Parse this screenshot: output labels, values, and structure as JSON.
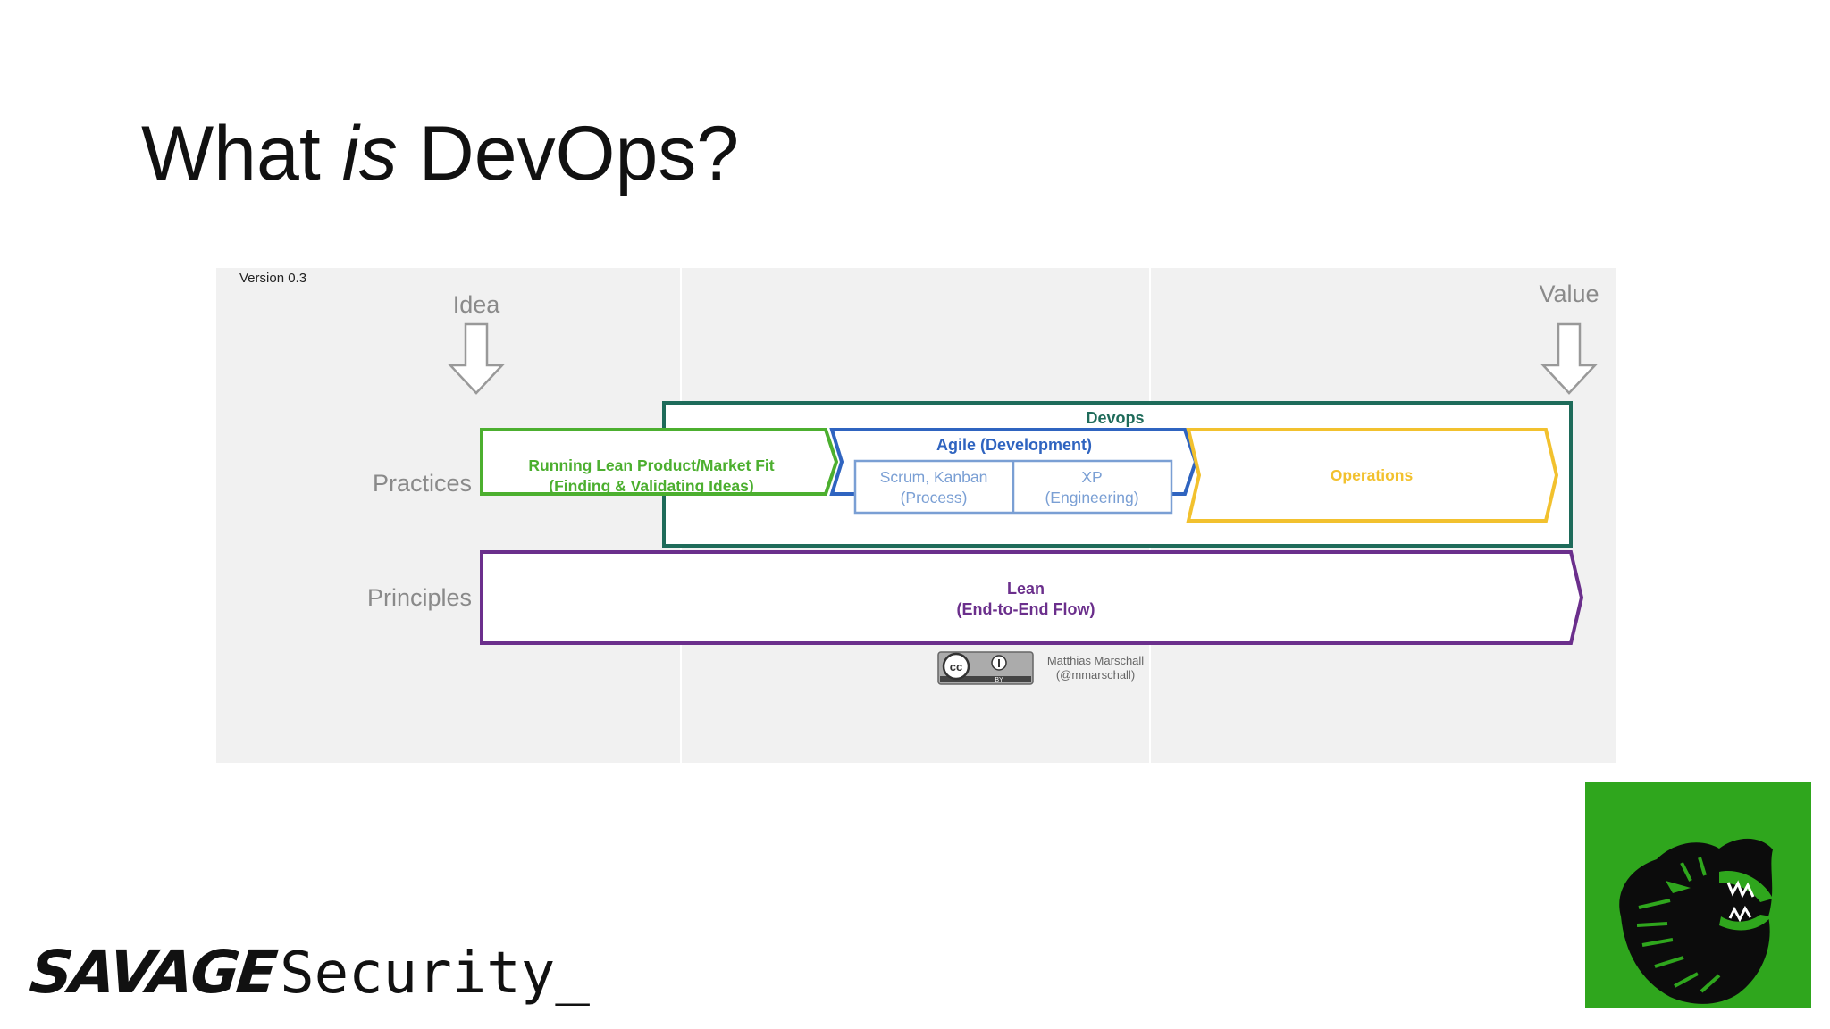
{
  "slide": {
    "title_before": "What ",
    "title_em": "is",
    "title_after": " DevOps?"
  },
  "figure": {
    "version": "Version 0.3",
    "idea_label": "Idea",
    "value_label": "Value",
    "row_labels": {
      "practices": "Practices",
      "principles": "Principles"
    },
    "devops_label": "Devops",
    "lean_startup": {
      "line1": "Running Lean Product/Market Fit",
      "line2": "(Finding & Validating Ideas)"
    },
    "agile": {
      "title": "Agile (Development)",
      "scrum_line1": "Scrum, Kanban",
      "scrum_line2": "(Process)",
      "xp_line1": "XP",
      "xp_line2": "(Engineering)"
    },
    "operations_label": "Operations",
    "lean": {
      "line1": "Lean",
      "line2": "(End-to-End Flow)"
    },
    "license": {
      "badge": "cc",
      "by": "BY",
      "author_line1": "Matthias Marschall",
      "author_line2": "(@mmarschall)"
    }
  },
  "brand": {
    "savage": "SAVAGE",
    "security": "Security_"
  },
  "colors": {
    "green": "#4caf2f",
    "teal": "#1e6b5a",
    "blue": "#2f64c0",
    "light_blue": "#7a9fd4",
    "yellow": "#f2c12e",
    "purple": "#6b2f8c",
    "gray_label": "#8a8a8a",
    "figure_bg": "#f1f1f1",
    "logo_bg": "#2fa61d"
  },
  "icons": {
    "idea_arrow": "down-arrow-icon",
    "value_arrow": "down-arrow-icon",
    "logo": "roaring-tiger-icon"
  }
}
